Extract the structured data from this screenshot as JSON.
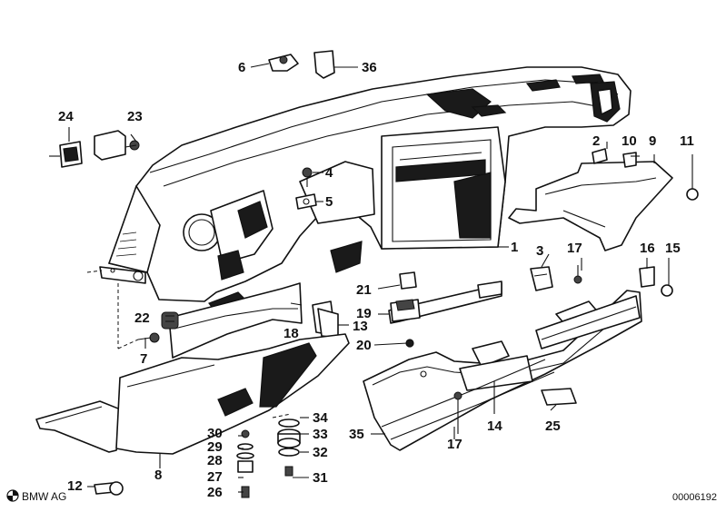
{
  "part_labels": {
    "p1": "1",
    "p2": "2",
    "p3": "3",
    "p4": "4",
    "p5": "5",
    "p6": "6",
    "p7": "7",
    "p8": "8",
    "p9": "9",
    "p10": "10",
    "p11": "11",
    "p12": "12",
    "p13": "13",
    "p14": "14",
    "p15": "15",
    "p16": "16",
    "p17a": "17",
    "p17b": "17",
    "p18": "18",
    "p19": "19",
    "p20": "20",
    "p21": "21",
    "p22": "22",
    "p23": "23",
    "p24": "24",
    "p25": "25",
    "p26": "26",
    "p27": "27",
    "p28": "28",
    "p29": "29",
    "p30": "30",
    "p31": "31",
    "p32": "32",
    "p33": "33",
    "p34": "34",
    "p35": "35",
    "p36": "36"
  },
  "brand": "BMW AG",
  "diagram_id": "00006192",
  "colors": {
    "ink": "#111111",
    "paper": "#ffffff"
  }
}
